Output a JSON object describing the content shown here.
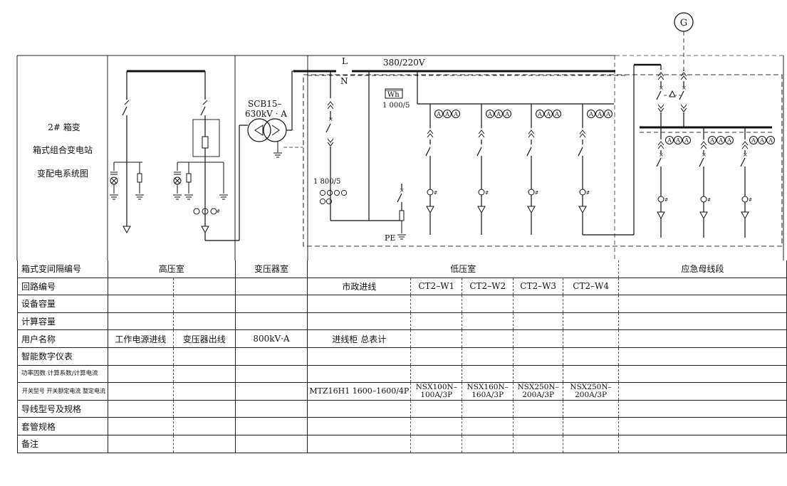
{
  "title": {
    "line1": "2# 箱变",
    "line2": "箱式组合变电站",
    "line3": "变配电系统图"
  },
  "labels": {
    "transformer_model": "SCB15–",
    "transformer_rating": "630kV · A",
    "l": "L",
    "n": "N",
    "voltage": "380/220V",
    "meter": "Wh",
    "meter_ct": "1 000/5",
    "ct_ratio": "1 800/5",
    "pe": "PE",
    "generator": "G",
    "ammeter": "A"
  },
  "table": {
    "rows": [
      {
        "name": "header",
        "cells": [
          "箱式变间隔编号",
          "高压室",
          "变压器室",
          "低压室",
          "应急母线段"
        ]
      },
      {
        "name": "circuit-no",
        "cells": [
          "回路编号",
          "",
          "",
          "",
          "市政进线",
          "CT2–W1",
          "CT2–W2",
          "CT2–W3",
          "CT2–W4",
          ""
        ]
      },
      {
        "name": "equipment-capacity",
        "cells": [
          "设备容量",
          "",
          "",
          "",
          "",
          "",
          "",
          "",
          "",
          ""
        ]
      },
      {
        "name": "calc-capacity",
        "cells": [
          "计算容量",
          "",
          "",
          "",
          "",
          "",
          "",
          "",
          "",
          ""
        ]
      },
      {
        "name": "user-name",
        "cells": [
          "用户名称",
          "工作电源进线",
          "变压器出线",
          "800kV·A",
          "进线柜 总表计",
          "",
          "",
          "",
          "",
          ""
        ]
      },
      {
        "name": "smart-meter",
        "cells": [
          "智能数字仪表",
          "",
          "",
          "",
          "",
          "",
          "",
          "",
          "",
          ""
        ]
      },
      {
        "name": "power-factor",
        "cells": [
          "功率因数 计算系数/计算电流",
          "",
          "",
          "",
          "",
          "",
          "",
          "",
          "",
          ""
        ]
      },
      {
        "name": "switch-type",
        "cells": [
          "开关型号 开关额定电流 整定电流",
          "",
          "",
          "",
          "MTZ16H1 1600–1600/4P",
          "NSX100N–100A/3P",
          "NSX160N–160A/3P",
          "NSX250N–200A/3P",
          "NSX250N–200A/3P",
          ""
        ]
      },
      {
        "name": "wire-spec",
        "cells": [
          "导线型号及规格",
          "",
          "",
          "",
          "",
          "",
          "",
          "",
          "",
          ""
        ]
      },
      {
        "name": "conduit-spec",
        "cells": [
          "套管规格",
          "",
          "",
          "",
          "",
          "",
          "",
          "",
          "",
          ""
        ]
      },
      {
        "name": "remarks",
        "cells": [
          "备注",
          "",
          "",
          "",
          "",
          "",
          "",
          "",
          "",
          ""
        ]
      }
    ]
  }
}
